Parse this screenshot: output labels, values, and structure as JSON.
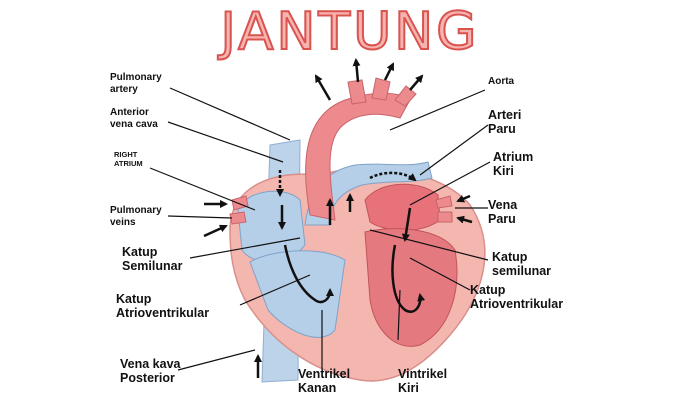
{
  "title": "JANTUNG",
  "labels": {
    "pulmonary_artery": [
      "Pulmonary",
      "artery"
    ],
    "anterior_vena_cava": [
      "Anterior",
      "vena cava"
    ],
    "right_atrium": [
      "RIGHT",
      "ATRIUM"
    ],
    "pulmonary_veins": [
      "Pulmonary",
      "veins"
    ],
    "katup_semilunar_left": [
      "Katup",
      "Semilunar"
    ],
    "katup_atrioventrikular_left": [
      "Katup",
      "Atrioventrikular"
    ],
    "vena_kava_posterior": [
      "Vena kava",
      "Posterior"
    ],
    "ventrikel_kanan": [
      "Ventrikel",
      "Kanan"
    ],
    "vintrikel_kiri": [
      "Vintrikel",
      "Kiri"
    ],
    "aorta": [
      "Aorta"
    ],
    "arteri_paru": [
      "Arteri",
      "Paru"
    ],
    "atrium_kiri": [
      "Atrium",
      "Kiri"
    ],
    "vena_paru": [
      "Vena",
      "Paru"
    ],
    "katup_semilunar_right": [
      "Katup",
      "semilunar"
    ],
    "katup_atrioventrikular_right": [
      "Katup",
      "Atrioventrikular"
    ]
  },
  "colors": {
    "title_fill": "#f6b3b0",
    "title_stroke": "#d9534f",
    "oxygenated": "#e8727a",
    "deoxygenated": "#a9c7e3",
    "muscle": "#f3b4ae"
  }
}
